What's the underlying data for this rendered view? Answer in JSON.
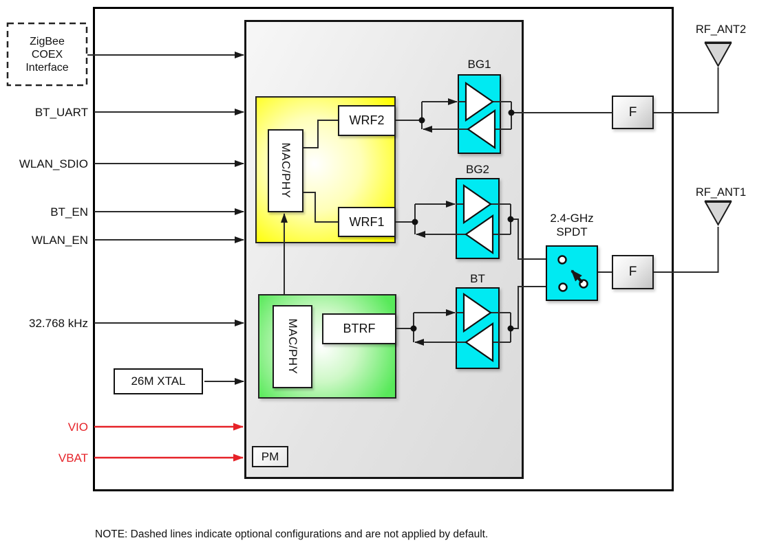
{
  "note": "NOTE: Dashed lines indicate optional configurations and are not applied by default.",
  "inputs": {
    "zigbee_lines": [
      "ZigBee",
      "COEX",
      "Interface"
    ],
    "bt_uart": "BT_UART",
    "wlan_sdio": "WLAN_SDIO",
    "bt_en": "BT_EN",
    "wlan_en": "WLAN_EN",
    "clock_32k": "32.768 kHz",
    "xtal": "26M XTAL",
    "vio": "VIO",
    "vbat": "VBAT"
  },
  "wlan_section": {
    "mac_phy": "MAC/PHY",
    "wrf2": "WRF2",
    "wrf1": "WRF1"
  },
  "bt_section": {
    "mac_phy": "MAC/PHY",
    "btrf": "BTRF"
  },
  "power": {
    "pm": "PM"
  },
  "front_end": {
    "bg1": "BG1",
    "bg2": "BG2",
    "bt": "BT",
    "spdt_line1": "2.4-GHz",
    "spdt_line2": "SPDT",
    "filter1": "F",
    "filter2": "F"
  },
  "antennas": {
    "ant2": "RF_ANT2",
    "ant1": "RF_ANT1"
  },
  "colors": {
    "cyan": "#00eaf2",
    "yellow": "#ffff00",
    "green": "#58e95a",
    "red": "#e62228",
    "line": "#2b2b2b",
    "chip-fill": "#e4e4e4",
    "antenna-fill": "#d6d6d6"
  }
}
